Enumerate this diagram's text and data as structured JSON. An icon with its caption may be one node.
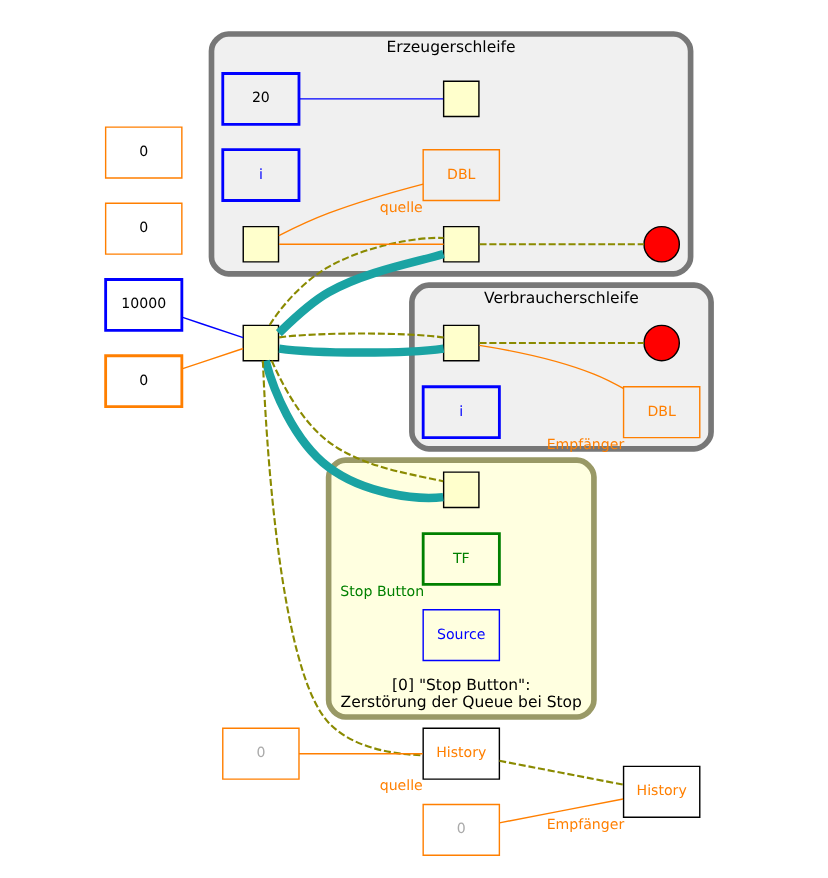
{
  "diagram": {
    "nodes": [
      {
        "text": [
          "10000"
        ]
      },
      {
        "text": [
          "0"
        ]
      },
      {
        "text": [],
        "shape": "box"
      },
      {
        "text": [
          "Erzeugerschleife"
        ]
      },
      {
        "text": [],
        "shape": "box",
        "in": 3
      },
      {
        "text": [
          "DBL"
        ],
        "beside": [
          "quelle"
        ],
        "in": 3
      },
      {
        "text": [],
        "shape": "box",
        "in": 3
      },
      {
        "text": [
          "i"
        ],
        "in": 3
      },
      {
        "text": [
          "20"
        ],
        "in": 3
      },
      {
        "text": [],
        "shape": "box",
        "in": 3
      },
      {
        "text": [],
        "shape": "circle",
        "in": 3
      },
      {
        "text": [
          "Verbraucherschleife"
        ]
      },
      {
        "text": [
          "DBL"
        ],
        "beside": [
          "Empfänger"
        ],
        "in": 11
      },
      {
        "text": [],
        "shape": "box",
        "in": 11
      },
      {
        "text": [
          "i"
        ],
        "in": 11
      },
      {
        "text": [],
        "shape": "circle",
        "in": 11
      },
      {
        "text": [
          "[0] \"Stop Button\":",
          "Zerstörung der Queue bei Stop"
        ]
      },
      {
        "text": [],
        "shape": "box",
        "in": 16
      },
      {
        "text": [
          "TF"
        ],
        "beside": [
          "Stop Button"
        ],
        "in": 16
      },
      {
        "text": [
          "Source"
        ],
        "in": 16
      },
      {
        "text": [
          "History"
        ],
        "beside": [
          "quelle"
        ]
      },
      {
        "text": [
          "0"
        ]
      },
      {
        "text": [
          "0"
        ]
      },
      {
        "text": [
          "History"
        ],
        "beside": [
          "Empfänger"
        ]
      },
      {
        "text": [
          "0"
        ]
      },
      {
        "text": [
          "0"
        ]
      }
    ],
    "edges": [
      {
        "from": 0,
        "to": 2,
        "arrow": "none",
        "color": "#0000ff"
      },
      {
        "from": 1,
        "to": 2,
        "arrow": "none",
        "color": "#ff7f00"
      },
      {
        "from": 2,
        "to": 6,
        "arrow": "none",
        "color": "#1aa3a3",
        "style": "thick"
      },
      {
        "from": 2,
        "to": 13,
        "arrow": "none",
        "color": "#1aa3a3",
        "style": "thick"
      },
      {
        "from": 2,
        "to": 17,
        "arrow": "none",
        "color": "#1aa3a3",
        "style": "thick"
      },
      {
        "from": 2,
        "to": 6,
        "arrow": "none",
        "color": "#8a8a00",
        "style": "dashed"
      },
      {
        "from": 2,
        "to": 13,
        "arrow": "none",
        "color": "#8a8a00",
        "style": "dashed"
      },
      {
        "from": 2,
        "to": 17,
        "arrow": "none",
        "color": "#8a8a00",
        "style": "dashed"
      },
      {
        "from": 2,
        "to": 20,
        "arrow": "none",
        "color": "#8a8a00",
        "style": "dashed"
      },
      {
        "from": 20,
        "to": 23,
        "arrow": "none",
        "color": "#8a8a00",
        "style": "dashed"
      },
      {
        "from": 4,
        "to": 5,
        "arrow": "none",
        "color": "#ff7f00"
      },
      {
        "from": 4,
        "to": 6,
        "arrow": "none",
        "color": "#ff7f00"
      },
      {
        "from": 6,
        "to": 10,
        "arrow": "none",
        "color": "#8a8a00",
        "style": "dashed"
      },
      {
        "from": 8,
        "to": 9,
        "arrow": "none",
        "color": "#0000ff"
      },
      {
        "from": 13,
        "to": 12,
        "arrow": "none",
        "color": "#ff7f00"
      },
      {
        "from": 13,
        "to": 15,
        "arrow": "none",
        "color": "#8a8a00",
        "style": "dashed"
      },
      {
        "from": 22,
        "to": 20,
        "arrow": "none",
        "color": "#ff7f00"
      },
      {
        "from": 25,
        "to": 23,
        "arrow": "none",
        "color": "#ff7f00"
      }
    ]
  }
}
